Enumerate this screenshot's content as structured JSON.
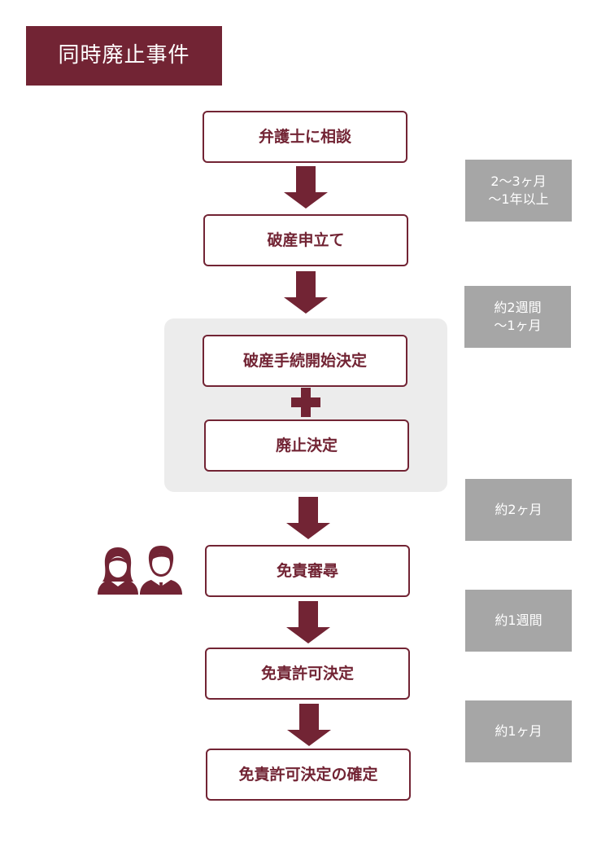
{
  "title": "同時廃止事件",
  "steps": [
    {
      "label": "弁護士に相談"
    },
    {
      "label": "破産申立て"
    },
    {
      "label": "破産手続開始決定"
    },
    {
      "label": "廃止決定"
    },
    {
      "label": "免責審尋"
    },
    {
      "label": "免責許可決定"
    },
    {
      "label": "免責許可決定の確定"
    }
  ],
  "durations": [
    {
      "line1": "2～3ヶ月",
      "line2": "～1年以上"
    },
    {
      "line1": "約2週間",
      "line2": "～1ヶ月"
    },
    {
      "line1": "約2ヶ月",
      "line2": ""
    },
    {
      "line1": "約1週間",
      "line2": ""
    },
    {
      "line1": "約1ヶ月",
      "line2": ""
    }
  ],
  "colors": {
    "accent": "#722434",
    "duration_bg": "#a6a6a6",
    "panel_bg": "#ececec"
  },
  "icons": {
    "arrow": "down-arrow-icon",
    "plus": "plus-icon",
    "people": "people-icon"
  }
}
